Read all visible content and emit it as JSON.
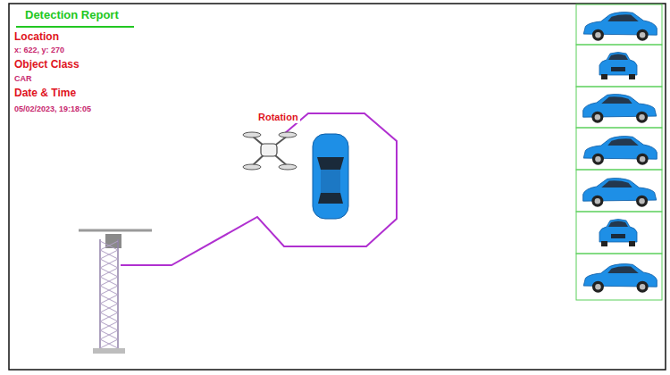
{
  "diagram": {
    "title": "Detection Report",
    "labels": [
      "Location",
      "x: 622, y: 270",
      "Object Class",
      "CAR",
      "Date & Time",
      "05/02/2023, 19:18:05",
      "Rotation"
    ]
  }
}
